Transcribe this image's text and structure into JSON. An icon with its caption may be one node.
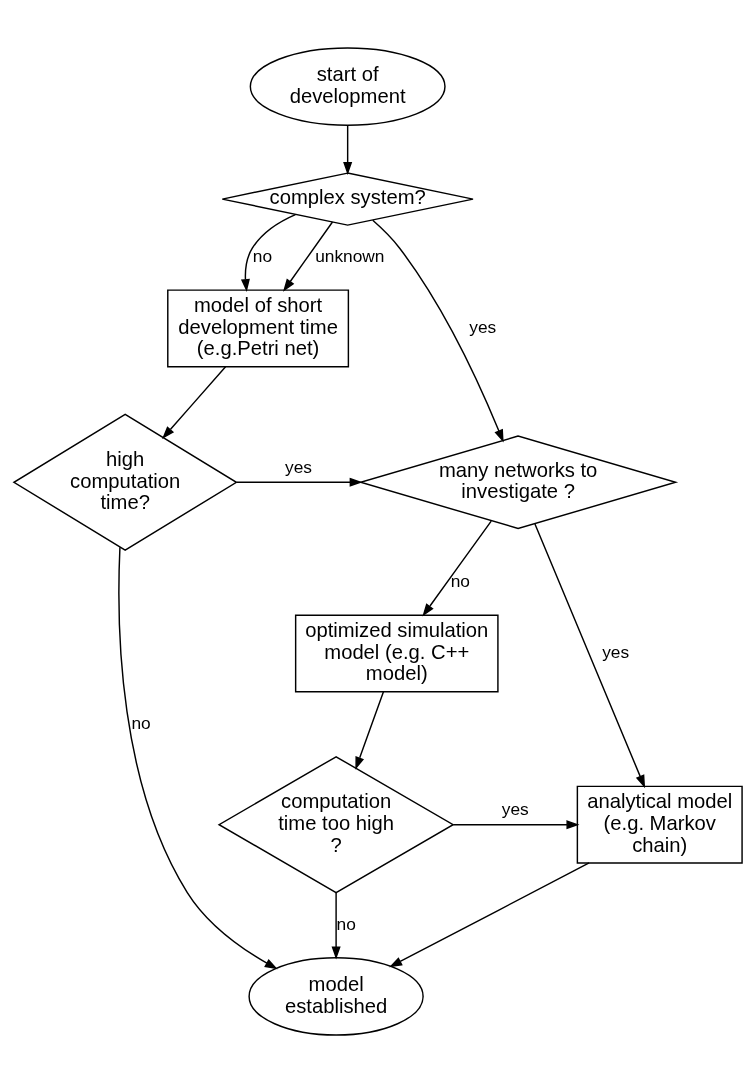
{
  "diagram": {
    "nodes": [
      {
        "text": [
          "start of development"
        ]
      },
      {
        "text": [
          "complex system?"
        ]
      },
      {
        "text": [
          "model of short development time (e.g.Petri net)"
        ]
      },
      {
        "text": [
          "high computation time?"
        ]
      },
      {
        "text": [
          "many networks to investigate ?"
        ]
      },
      {
        "text": [
          "optimized simulation model (e.g. C++ model)"
        ]
      },
      {
        "text": [
          "computation time too high ?"
        ]
      },
      {
        "text": [
          "analytical model (e.g. Markov chain)"
        ]
      },
      {
        "text": [
          "model established"
        ]
      }
    ],
    "edges": [
      {
        "from": 0,
        "to": 1,
        "arrow": "to"
      },
      {
        "from": 1,
        "to": 2,
        "arrow": "to",
        "label": "no"
      },
      {
        "from": 1,
        "to": 4,
        "arrow": "to",
        "label": "yes"
      },
      {
        "from": 1,
        "to": 2,
        "arrow": "to",
        "label": "unknown"
      },
      {
        "from": 2,
        "to": 3,
        "arrow": "to"
      },
      {
        "from": 3,
        "to": 4,
        "arrow": "to",
        "label": "yes"
      },
      {
        "from": 3,
        "to": 8,
        "arrow": "to",
        "label": "no"
      },
      {
        "from": 4,
        "to": 7,
        "arrow": "to",
        "label": "yes"
      },
      {
        "from": 4,
        "to": 5,
        "arrow": "to",
        "label": "no"
      },
      {
        "from": 5,
        "to": 6,
        "arrow": "to"
      },
      {
        "from": 6,
        "to": 7,
        "arrow": "to",
        "label": "yes"
      },
      {
        "from": 6,
        "to": 8,
        "arrow": "to",
        "label": "no"
      },
      {
        "from": 7,
        "to": 8,
        "arrow": "to"
      }
    ]
  }
}
